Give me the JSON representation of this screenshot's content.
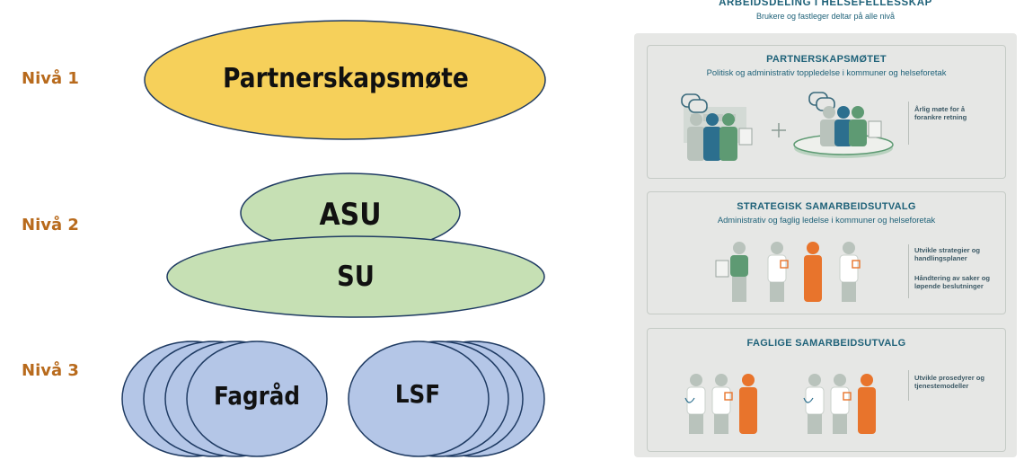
{
  "left_diagram": {
    "levels": [
      "Nivå 1",
      "Nivå 2",
      "Nivå 3"
    ],
    "level1_label": "Partnerskapsmøte",
    "level2_top_label": "ASU",
    "level2_bottom_label": "SU",
    "level3_left_label": "Fagråd",
    "level3_right_label": "LSF",
    "colors": {
      "yellow": "#f6d05a",
      "green": "#c6e0b4",
      "blue": "#b4c6e7",
      "level_text": "#b86a1c"
    }
  },
  "infographic": {
    "title": "ARBEIDSDELING I HELSEFELLESSKAP",
    "subtitle": "Brukere og fastleger deltar på alle nivå",
    "cards": [
      {
        "title": "PARTNERSKAPSMØTET",
        "subtitle": "Politisk og administrativ toppledelse i kommuner og helseforetak",
        "notes": [
          "Årlig møte for å forankre retning"
        ]
      },
      {
        "title": "STRATEGISK SAMARBEIDSUTVALG",
        "subtitle": "Administrativ og faglig ledelse i kommuner og helseforetak",
        "notes": [
          "Utvikle strategier og handlingsplaner",
          "Håndtering av saker og løpende beslutninger"
        ]
      },
      {
        "title": "FAGLIGE SAMARBEIDSUTVALG",
        "subtitle": "",
        "notes": [
          "Utvikle prosedyrer og tjenestemodeller"
        ]
      }
    ],
    "colors": {
      "teal": "#1f6279",
      "blue_person": "#2c6f8e",
      "green_person": "#5e9a73",
      "orange_person": "#e8742c",
      "grey_person": "#b9c3bc",
      "panel": "#e6e7e5"
    }
  }
}
